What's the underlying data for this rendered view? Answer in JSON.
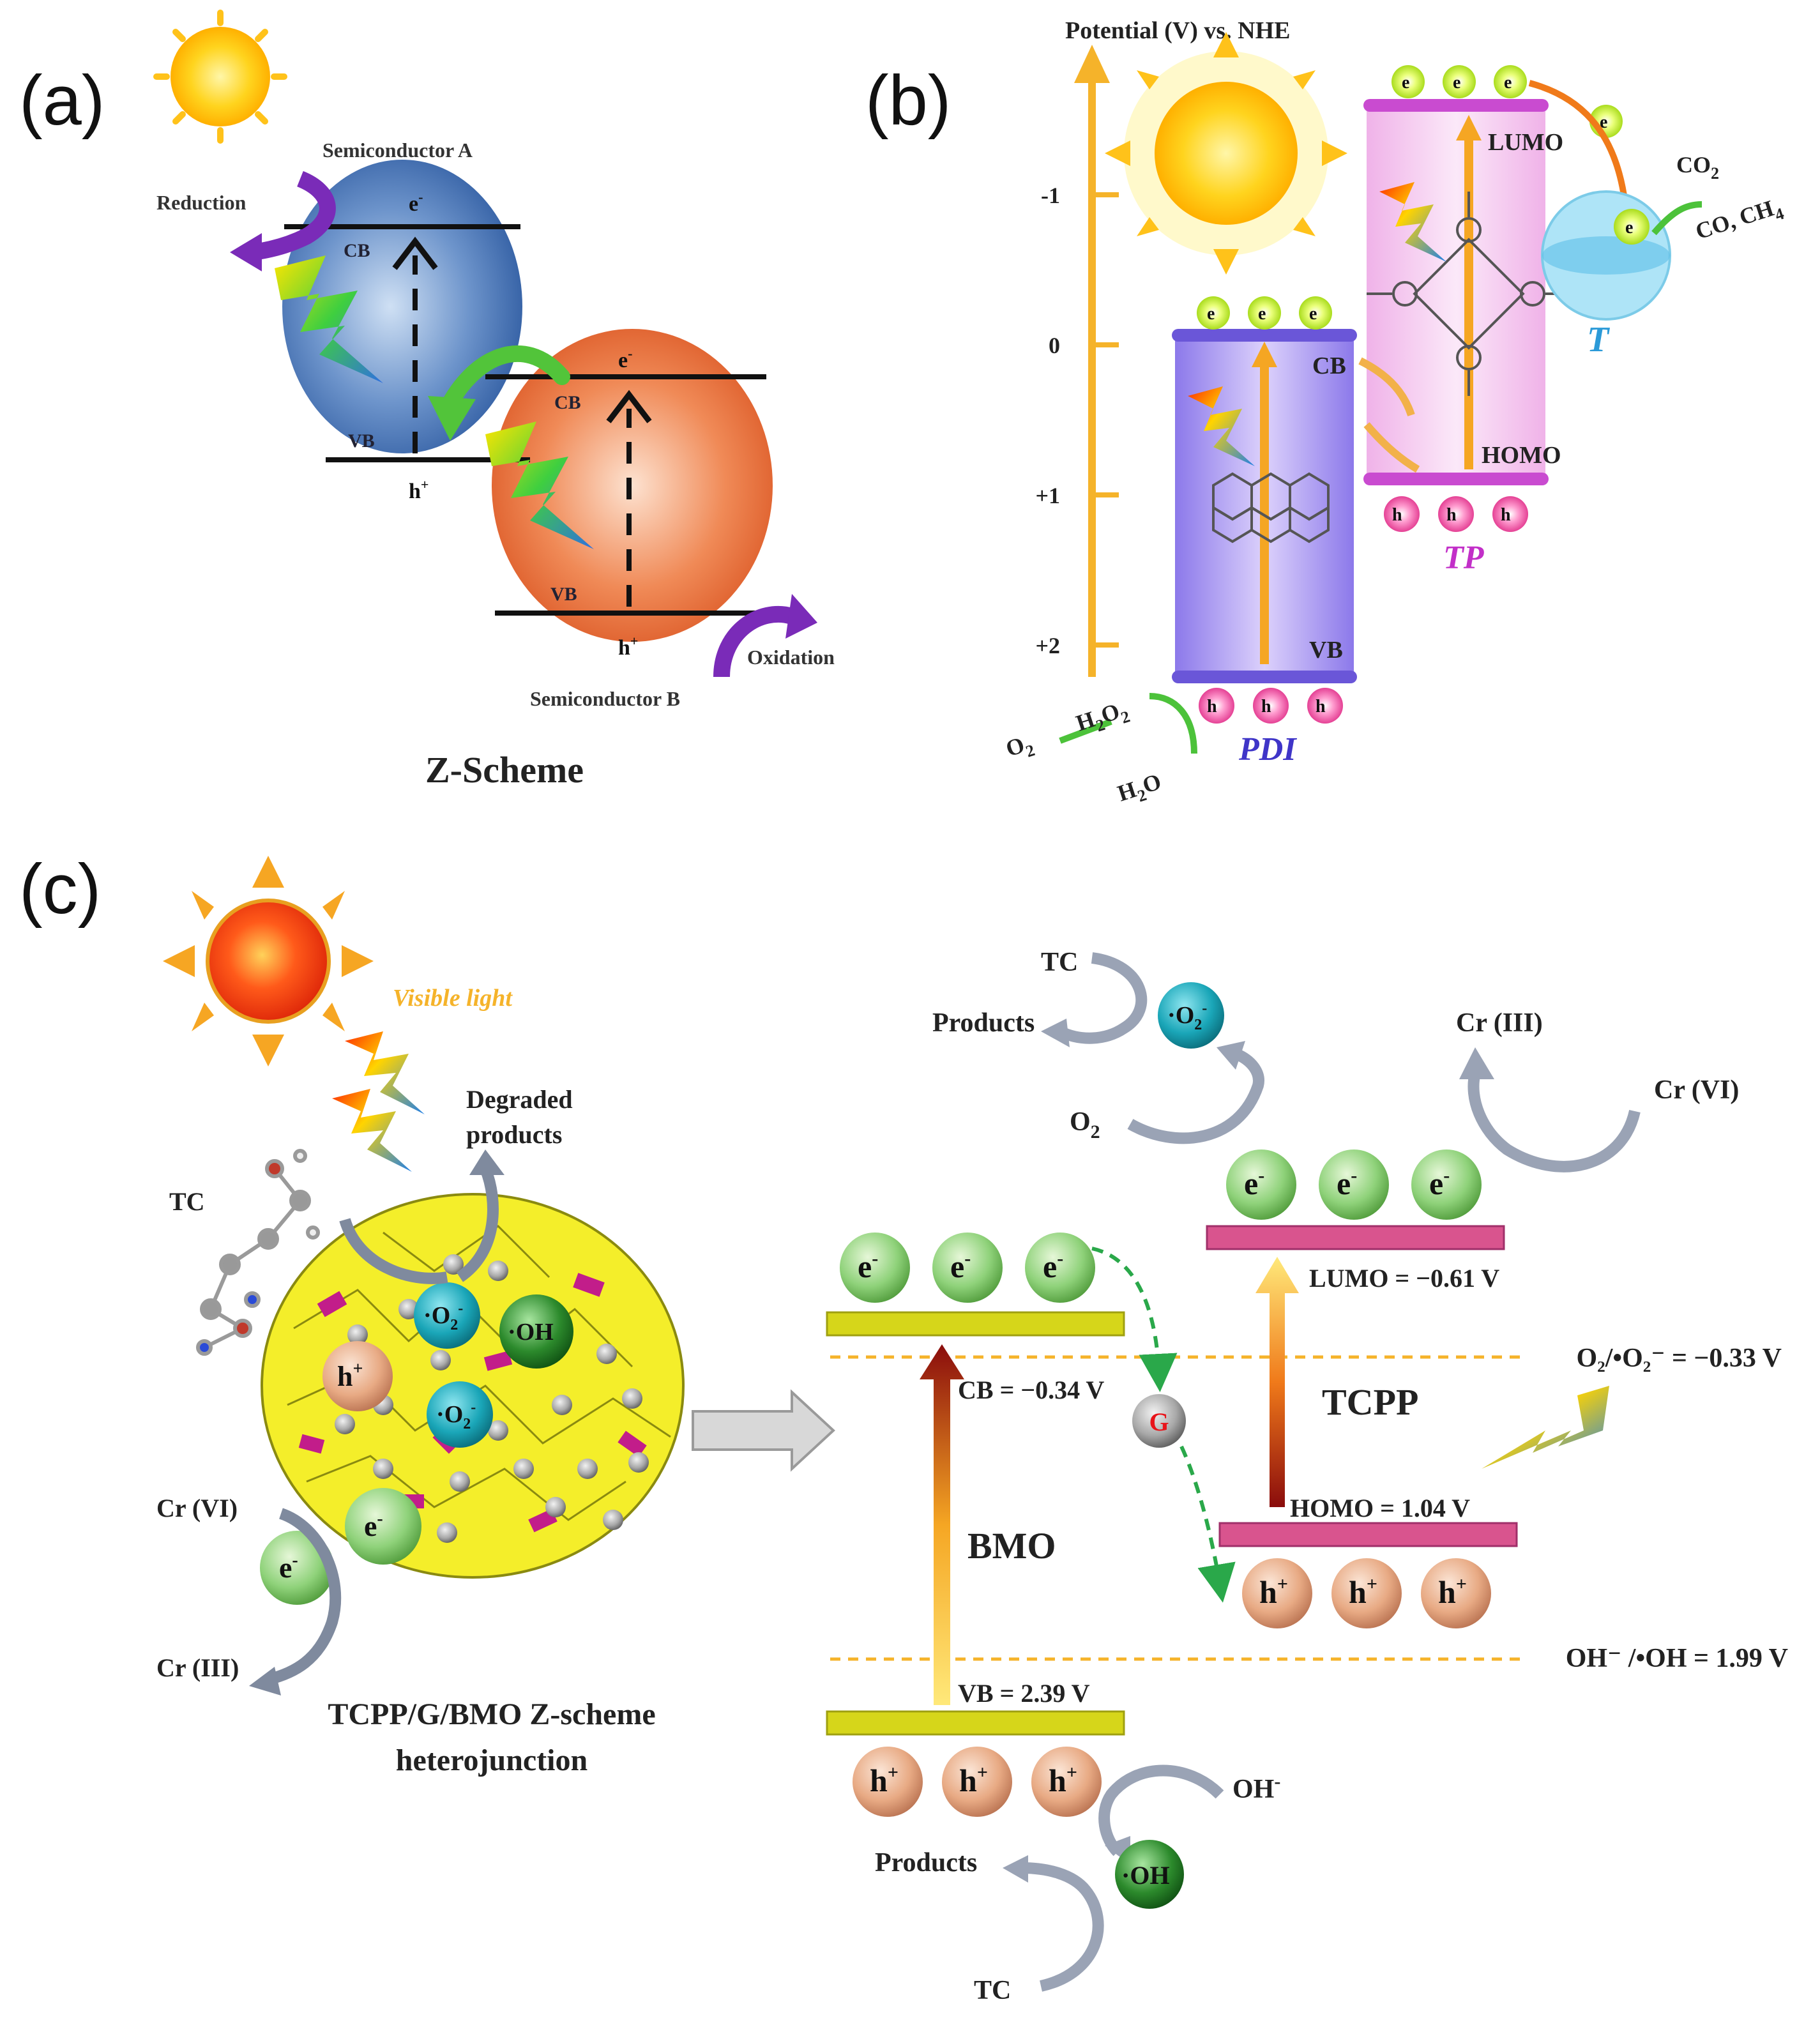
{
  "panel_a": {
    "tag": "(a)",
    "semiconductor_a": "Semiconductor A",
    "semiconductor_b": "Semiconductor B",
    "reduction": "Reduction",
    "oxidation": "Oxidation",
    "cb": "CB",
    "vb": "VB",
    "electron": "e",
    "hole": "h",
    "caption": "Z-Scheme"
  },
  "panel_b": {
    "tag": "(b)",
    "axis_title": "Potential (V) vs. NHE",
    "ticks": [
      "-1",
      "0",
      "+1",
      "+2"
    ],
    "lumo": "LUMO",
    "homo": "HOMO",
    "cb": "CB",
    "vb": "VB",
    "pdi": "PDI",
    "tp": "TP",
    "t": "T",
    "co2": "CO",
    "co_ch4": "CO, CH",
    "o2": "O",
    "h2o2": "H",
    "h2o": "H",
    "e_label": "e",
    "h_label": "h"
  },
  "panel_c": {
    "tag": "(c)",
    "visible_light": "Visible light",
    "degraded_1": "Degraded",
    "degraded_2": "products",
    "tc": "TC",
    "cr6": "Cr (VI)",
    "cr3": "Cr (III)",
    "caption_1": "TCPP/G/BMO Z-scheme",
    "caption_2": "heterojunction",
    "products": "Products",
    "o2": "O",
    "oh_minus": "OH",
    "o2_radical": "O",
    "oh_radical": "OH",
    "g": "G",
    "bmo": "BMO",
    "tcpp": "TCPP",
    "cb_value": "CB = −0.34 V",
    "vb_value": "VB = 2.39 V",
    "lumo_value": "LUMO = −0.61 V",
    "homo_value": "HOMO = 1.04 V",
    "o2_couple": "O₂/•O₂⁻ = −0.33 V",
    "oh_couple": "OH⁻ /•OH = 1.99 V",
    "e_label": "e",
    "h_label": "h"
  },
  "colors": {
    "blue_sphere": "#3f6fb5",
    "orange_sphere": "#e6642e",
    "axis_orange": "#f5b32a",
    "pdi_violet": "#9f8cf0",
    "tp_pink": "#f0b6ec",
    "band_yellow": "#d4d40c",
    "band_pink": "#d9548e",
    "electron_green": "#8fd27a",
    "hole_peach": "#e8aa84",
    "radical_teal": "#1aa6b8",
    "radical_green": "#2c8a2c"
  }
}
